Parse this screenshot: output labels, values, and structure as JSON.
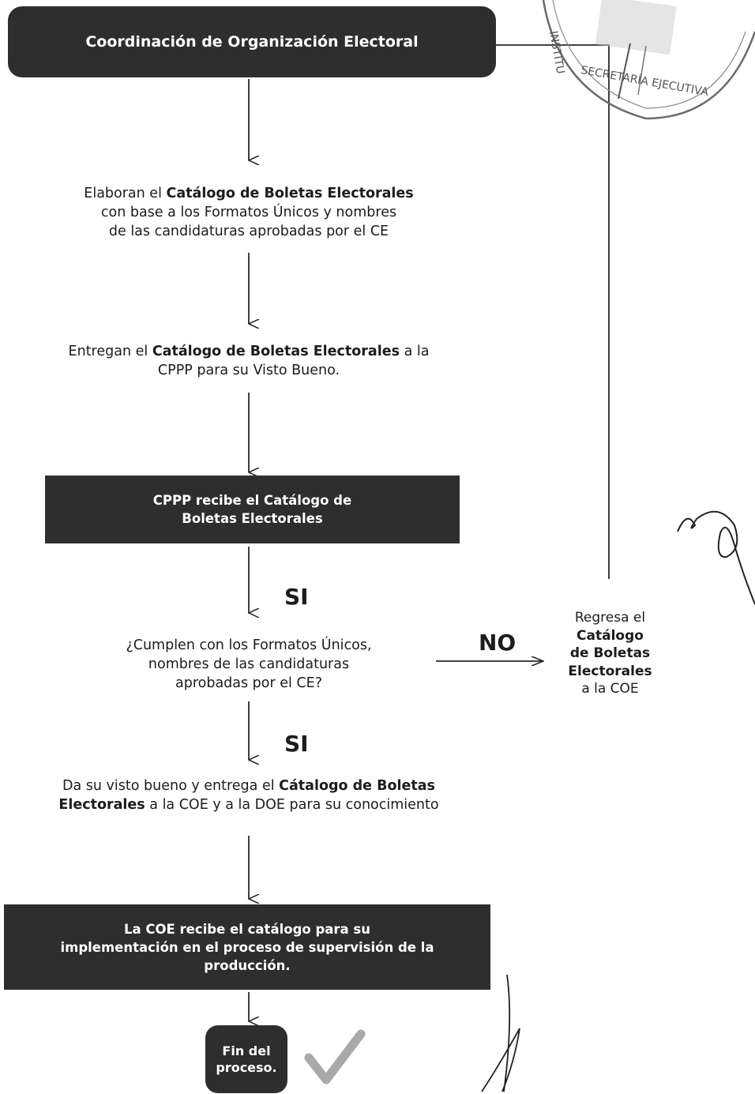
{
  "header_box": {
    "label": "Coordinación de Organización Electoral"
  },
  "steps": {
    "elaboran": {
      "pre": "Elaboran el ",
      "bold": "Catálogo de Boletas Electorales",
      "post_line2": "con base a los Formatos Únicos y nombres",
      "post_line3": "de las candidaturas aprobadas por el CE"
    },
    "entregan": {
      "pre": "Entregan el ",
      "bold": "Catálogo de Boletas Electorales",
      "post": " a la",
      "line2": "CPPP para su Visto Bueno."
    },
    "cppp_box": {
      "line1": "CPPP recibe el Catálogo de",
      "line2": "Boletas Electorales"
    },
    "decision": {
      "line1": "¿Cumplen con los Formatos Únicos,",
      "line2": "nombres de las candidaturas",
      "line3": "aprobadas por el CE?"
    },
    "visto_bueno": {
      "pre": "Da su visto bueno y entrega el ",
      "bold1": "Cátalogo de Boletas",
      "bold2": "Electorales",
      "post": " a la COE y a la DOE para su conocimiento"
    },
    "coe_box": {
      "line1": "La COE recibe el catálogo para su",
      "line2": "implementación en el proceso de supervisión de la",
      "line3": "producción."
    },
    "fin": {
      "line1": "Fin del",
      "line2": "proceso."
    }
  },
  "return_note": {
    "line1": "Regresa el",
    "bold1": "Catálogo",
    "bold2": "de Boletas",
    "bold3": "Electorales",
    "line5": "a la COE"
  },
  "labels": {
    "si_1": "SI",
    "si_2": "SI",
    "no": "NO"
  },
  "stamp": {
    "text_top": "INSTITU",
    "text_bottom": "SECRETARÍA EJECUTIVA"
  },
  "colors": {
    "dark_box": "#2e2e2e",
    "check": "#a9a9a9",
    "line": "#2a2a2a"
  }
}
